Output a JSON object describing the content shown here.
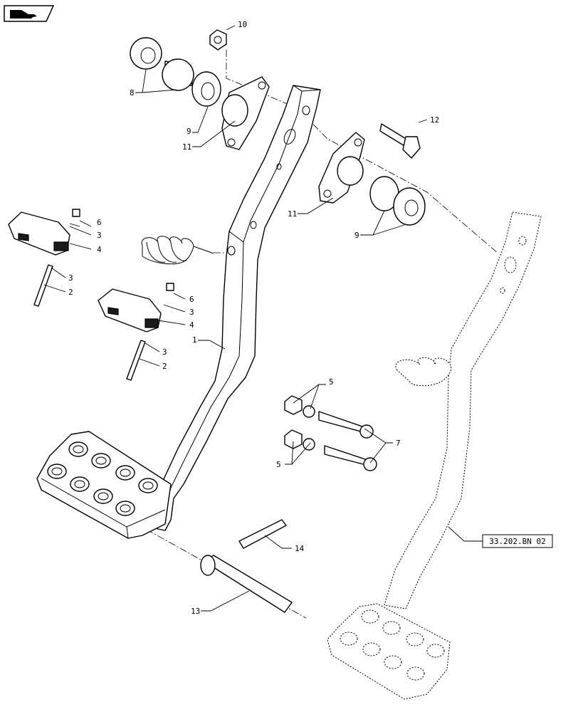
{
  "reference_box": {
    "label": "33.202.BN 02"
  },
  "callouts": {
    "c1": "1",
    "c2a": "2",
    "c2b": "2",
    "c3a": "3",
    "c3b": "3",
    "c3c": "3",
    "c3d": "3",
    "c4a": "4",
    "c4b": "4",
    "c5a": "5",
    "c5b": "5",
    "c6a": "6",
    "c6b": "6",
    "c7": "7",
    "c8": "8",
    "c9a": "9",
    "c9b": "9",
    "c10": "10",
    "c11a": "11",
    "c11b": "11",
    "c12": "12",
    "c13": "13",
    "c14": "14"
  },
  "icons": {
    "corner": "forward-hand-icon"
  }
}
